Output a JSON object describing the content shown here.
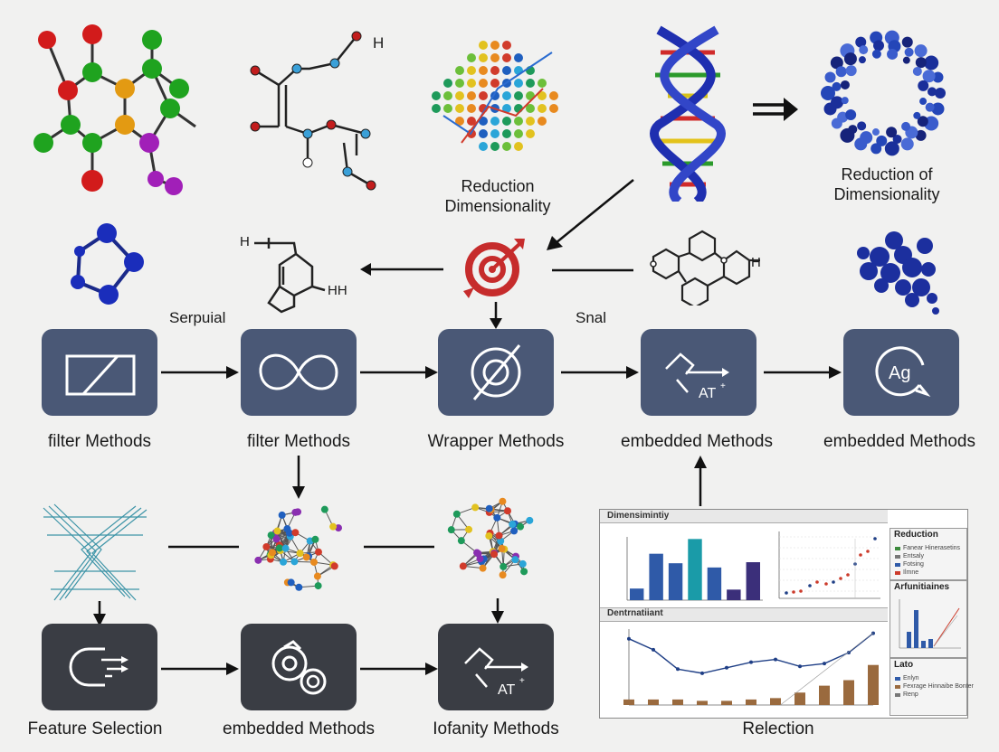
{
  "captions": {
    "reduction_dim_1": "Reduction\nDimensionality",
    "reduction_dim_2": "Reduction of\nDimensionality",
    "serpuial": "Serpuial",
    "snal": "Snal",
    "h_top": "H",
    "h_left": "H",
    "hh_left": "HH",
    "h_right": "H"
  },
  "row1": [
    {
      "label": "filter Methods",
      "icon": "rectangle-slash-icon"
    },
    {
      "label": "filter Methods",
      "icon": "infinity-loop-icon"
    },
    {
      "label": "Wrapper Methods",
      "icon": "target-slash-icon"
    },
    {
      "label": "embedded Methods",
      "icon": "flow-arrow-icon"
    },
    {
      "label": "embedded Methods",
      "icon": "ag-speech-icon"
    }
  ],
  "row1_icon_text": {
    "at": "AT",
    "ag": "Ag"
  },
  "row2": [
    {
      "label": "Feature Selection",
      "icon": "loop-arrows-icon"
    },
    {
      "label": "embedded Methods",
      "icon": "gear-circles-icon"
    },
    {
      "label": "Iofanity Methods",
      "icon": "flow-arrow-icon"
    }
  ],
  "row2_icon_text": {
    "at": "AT"
  },
  "dashboard": {
    "caption": "Relection",
    "top_title": "Dimensimintiy",
    "bottom_title": "Dentrnatiiant",
    "side1_title": "Reduction",
    "side1_items": [
      "Fanear Hinerasetins",
      "Entsaly",
      "Fotsing",
      "Ilmne"
    ],
    "side2_title": "Arfunitiaines",
    "side3_title": "Lato",
    "side3_items": [
      "Enlyn",
      "Fexrage Hinnaibe Bonter",
      "Renp"
    ],
    "colors": {
      "bar_blue": "#2f5aa8",
      "bar_teal": "#1a9ba8",
      "bar_purple": "#3b2f7a",
      "bar_brown": "#9a6a3e",
      "line": "#1f3f86",
      "accent_red": "#cc3b2b"
    }
  },
  "chart_data": [
    {
      "type": "bar",
      "title": "Dimensimintiy",
      "values": [
        11,
        44,
        35,
        58,
        31,
        10,
        36
      ]
    },
    {
      "type": "line",
      "title": "Dentrnatiiant",
      "line_values": [
        48,
        40,
        26,
        23,
        27,
        31,
        33,
        28,
        30,
        38,
        52
      ],
      "bar_values": [
        4,
        4,
        4,
        3,
        3,
        4,
        5,
        9,
        14,
        18,
        29
      ]
    }
  ]
}
